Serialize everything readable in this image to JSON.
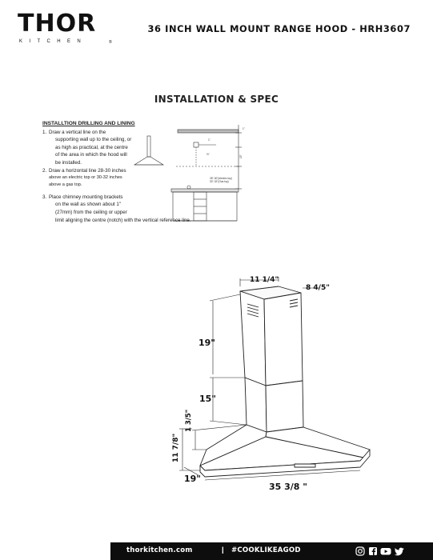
{
  "brand": {
    "name": "THOR",
    "sub": "KITCHEN",
    "reg": "®"
  },
  "header": {
    "title": "36 INCH WALL MOUNT RANGE HOOD - HRH3607"
  },
  "section": {
    "title": "INSTALLATION & SPEC"
  },
  "instructions": {
    "heading": "INSTALLTION DRILLING AND LINING",
    "step1": [
      "1.",
      "Draw a vertical line on the",
      "supporting wall up to the ceiling, or",
      "as high as practical, at the centre",
      "of the area in which the hood will",
      "be installed."
    ],
    "step2": [
      "2.",
      "Draw a horizontal  line 28-30 inches",
      "above an electric top  or 30-32 inches",
      "above a gas top."
    ],
    "step3": [
      "3.",
      "Place chimney mounting brackets",
      "on the wall as shown about 1\"",
      "(27mm) from the ceiling or upper",
      "limit aligning the centre (notch) with the vertical reference line."
    ]
  },
  "small_diagram": {
    "labels": {
      "top_gap": "1\"",
      "side_gap": "1\"",
      "small": "½\"",
      "mid": "15\"",
      "range": "28\"-30\"(electric top)",
      "range2": "30\"-32\"(Gas top)"
    }
  },
  "dimensions": {
    "top_width": "11 1/4\"",
    "top_depth": "8 4/5\"",
    "upper_chimney": "19\"",
    "lower_chimney": "15\"",
    "hood_edge": "1 3/5\"",
    "hood_height": "11 7/8\"",
    "depth": "19\"",
    "width": "35 3/8 \""
  },
  "footer": {
    "site": "thorkitchen.com",
    "separator": "|",
    "hashtag": "#COOKLIKEAGOD",
    "icons": [
      "instagram-icon",
      "facebook-icon",
      "youtube-icon",
      "twitter-icon"
    ]
  }
}
